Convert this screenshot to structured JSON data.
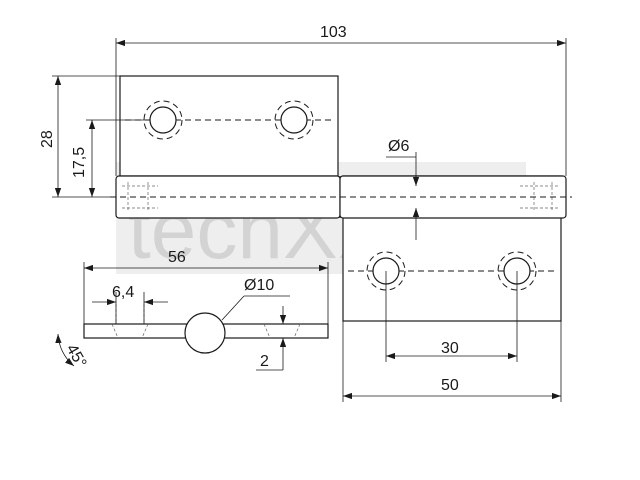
{
  "watermark": "techXXL",
  "dimensions": {
    "overall_width": "103",
    "height_leaf": "28",
    "hole_offset": "17,5",
    "pin_diameter": "Ø6",
    "side_length": "56",
    "countersink": "6,4",
    "knuckle_diameter": "Ø10",
    "thickness": "2",
    "angle": "45°",
    "hole_spacing": "30",
    "leaf_width": "50"
  }
}
